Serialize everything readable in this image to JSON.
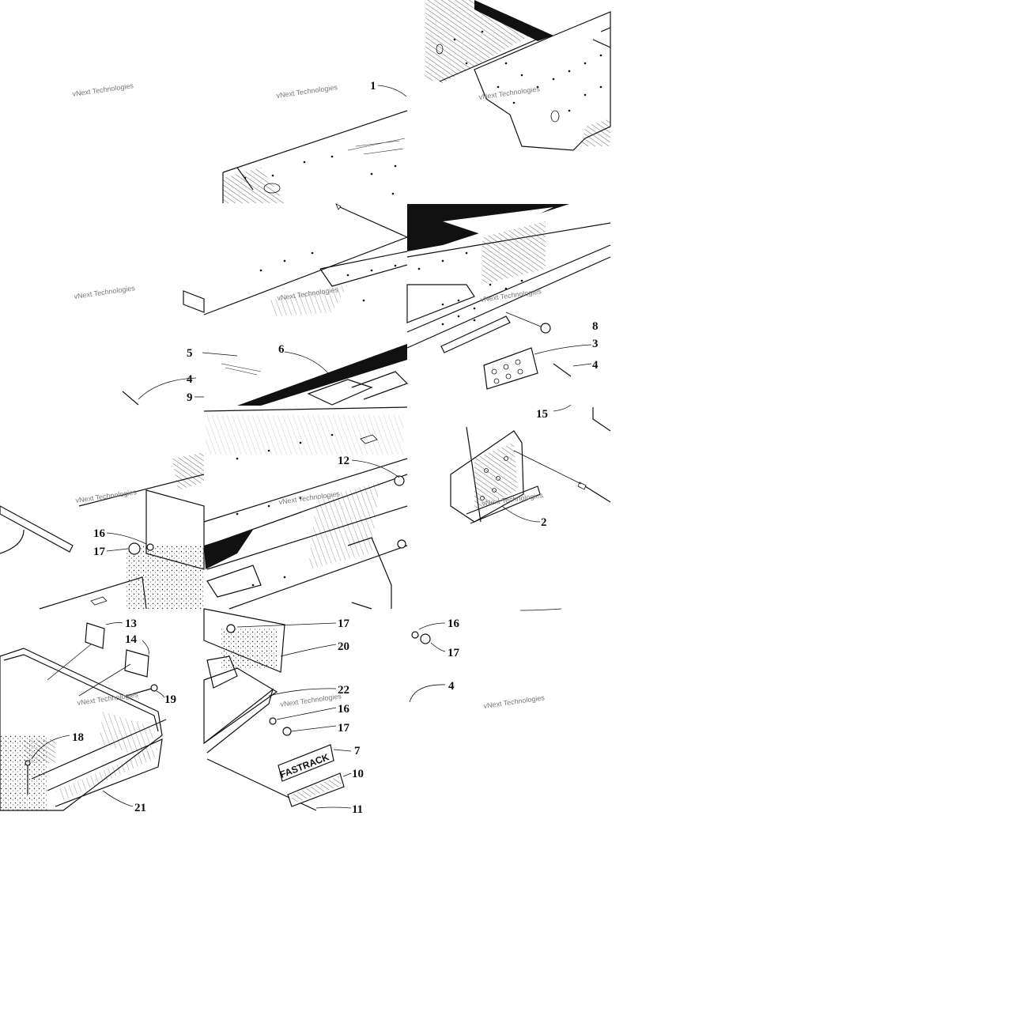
{
  "callouts": [
    "1",
    "2",
    "3",
    "4",
    "4",
    "4",
    "5",
    "6",
    "7",
    "8",
    "9",
    "10",
    "11",
    "12",
    "13",
    "14",
    "15",
    "16",
    "16",
    "16",
    "17",
    "17",
    "17",
    "17",
    "18",
    "19",
    "20",
    "21",
    "22"
  ],
  "watermark": "vNext Technologies",
  "decal": {
    "fastrack": "FASTRACK"
  }
}
